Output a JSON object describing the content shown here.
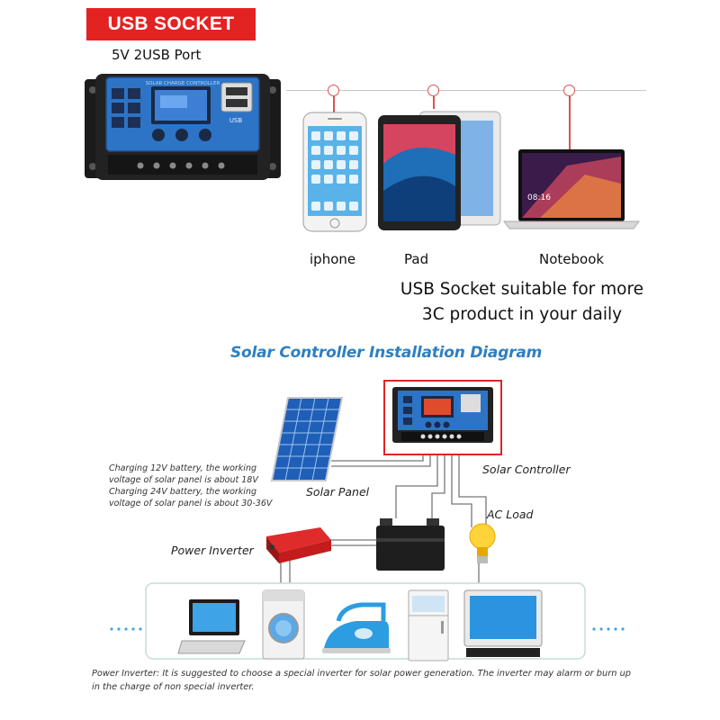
{
  "usb_section": {
    "banner": "USB SOCKET",
    "subtitle": "5V 2USB Port",
    "controller_header": "SOLAR CHARGE CONTROLLER",
    "usb_label": "USB",
    "devices": [
      {
        "label": "iphone"
      },
      {
        "label": "Pad"
      },
      {
        "label": "Notebook"
      }
    ],
    "laptop_screen_time": "08:16",
    "tagline_line1": "USB Socket suitable for more",
    "tagline_line2": "3C product in your daily"
  },
  "installation_diagram": {
    "title": "Solar Controller Installation Diagram",
    "voltage_note_lines": [
      "Charging 12V battery, the working",
      "voltage of solar panel is about 18V",
      "Charging 24V battery, the working",
      "voltage of solar panel is about 30-36V"
    ],
    "labels": {
      "solar_panel": "Solar Panel",
      "solar_controller": "Solar Controller",
      "ac_load": "AC Load",
      "power_inverter": "Power Inverter"
    },
    "appliances": [
      "laptop-icon",
      "washing-machine-icon",
      "iron-icon",
      "fridge-icon",
      "monitor-icon"
    ],
    "footer_line1": "Power Inverter: It is suggested to choose a special inverter for solar power generation. The inverter may alarm or burn up",
    "footer_line2": "in the charge of non special inverter."
  },
  "colors": {
    "banner_red": "#e32222",
    "title_blue": "#2f7fc1",
    "controller_blue": "#2d74c6",
    "frame_red": "#e02424",
    "appliance_border": "#bfe0cf"
  }
}
